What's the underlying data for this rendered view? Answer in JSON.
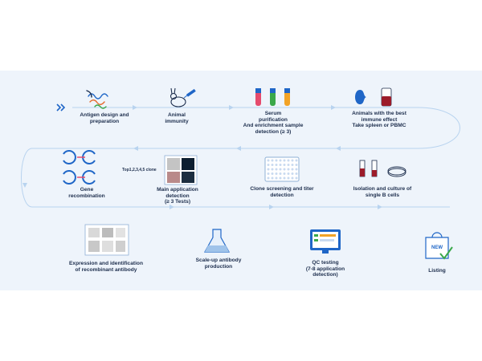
{
  "steps": [
    {
      "id": "antigen",
      "label": "Antigen design and\npreparation"
    },
    {
      "id": "immunity",
      "label": "Animal\nimmunity"
    },
    {
      "id": "serum",
      "label": "Serum\npurification\nAnd enrichment sample\ndetection (≥ 3)"
    },
    {
      "id": "animals",
      "label": "Animals with the best\nimmune effect\nTake spleen or PBMC"
    },
    {
      "id": "isolation",
      "label": "Isolation and culture of\nsingle B cells"
    },
    {
      "id": "clone",
      "label": "Clone screening and titer\ndetection"
    },
    {
      "id": "main",
      "label": "Main application\ndetection\n(≥ 3 Tests)"
    },
    {
      "id": "gene",
      "label": "Gene\nrecombination"
    },
    {
      "id": "expression",
      "label": "Expression and identification\nof recombinant antibody"
    },
    {
      "id": "scaleup",
      "label": "Scale-up antibody\nproduction"
    },
    {
      "id": "qc",
      "label": "QC testing\n(7-8 application\ndetection)"
    },
    {
      "id": "listing",
      "label": "Listing"
    }
  ],
  "clone_tag": "Top1,2,3,4,5 clone",
  "new_badge": "NEW",
  "colors": {
    "accent": "#1f66c7",
    "navy": "#1d2e4d",
    "line": "#b8d3ef",
    "panel": "#eef4fb",
    "red": "#9c1c2a",
    "green": "#3aa84a"
  }
}
